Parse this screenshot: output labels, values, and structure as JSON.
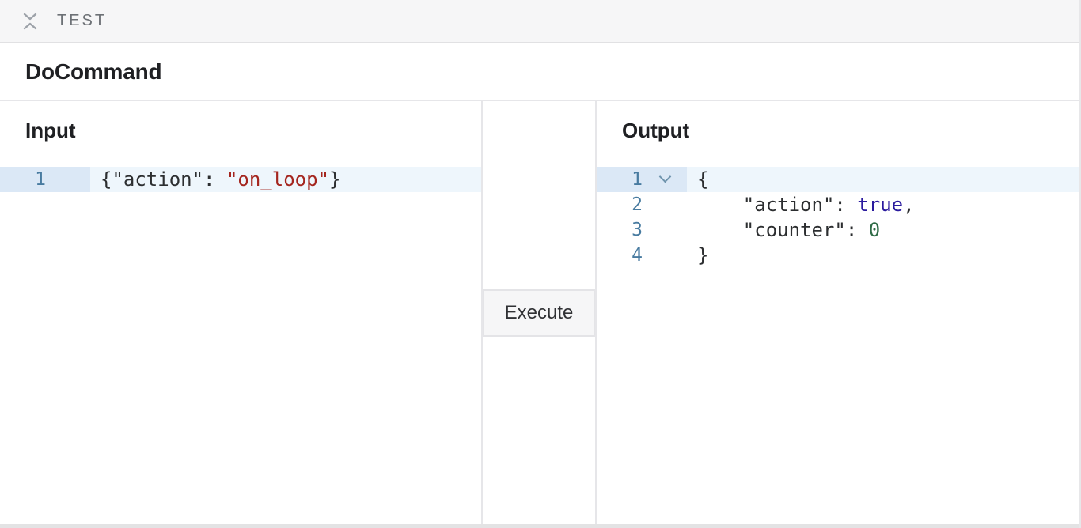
{
  "top_bar": {
    "icon": "collapse-vertical-icon",
    "title": "TEST"
  },
  "header": {
    "title": "DoCommand"
  },
  "input_panel": {
    "title": "Input"
  },
  "output_panel": {
    "title": "Output"
  },
  "execute_button": {
    "label": "Execute"
  },
  "input_editor": {
    "active_line": 1,
    "lines": [
      {
        "number": "1",
        "fold": false,
        "tokens": [
          {
            "text": "{\"action\": ",
            "type": "plain"
          },
          {
            "text": "\"on_loop\"",
            "type": "string"
          },
          {
            "text": "}",
            "type": "plain"
          }
        ]
      }
    ]
  },
  "output_editor": {
    "active_line": 1,
    "lines": [
      {
        "number": "1",
        "fold": true,
        "tokens": [
          {
            "text": "{",
            "type": "plain"
          }
        ]
      },
      {
        "number": "2",
        "fold": false,
        "tokens": [
          {
            "text": "    \"action\": ",
            "type": "plain"
          },
          {
            "text": "true",
            "type": "atom"
          },
          {
            "text": ",",
            "type": "plain"
          }
        ]
      },
      {
        "number": "3",
        "fold": false,
        "tokens": [
          {
            "text": "    \"counter\": ",
            "type": "plain"
          },
          {
            "text": "0",
            "type": "number"
          }
        ]
      },
      {
        "number": "4",
        "fold": false,
        "tokens": [
          {
            "text": "}",
            "type": "plain"
          }
        ]
      }
    ]
  },
  "colors": {
    "topbar_bg": "#f6f6f7",
    "border": "#e6e6e9",
    "line_number": "#487ba0",
    "active_line_gutter_bg": "#dbe8f6",
    "active_line_code_bg": "#eef6fc",
    "token_plain": "#2c2e30",
    "token_string": "#a4251e",
    "token_atom": "#2a1a9e",
    "token_number": "#2e6b46",
    "button_bg": "#f6f6f7"
  }
}
